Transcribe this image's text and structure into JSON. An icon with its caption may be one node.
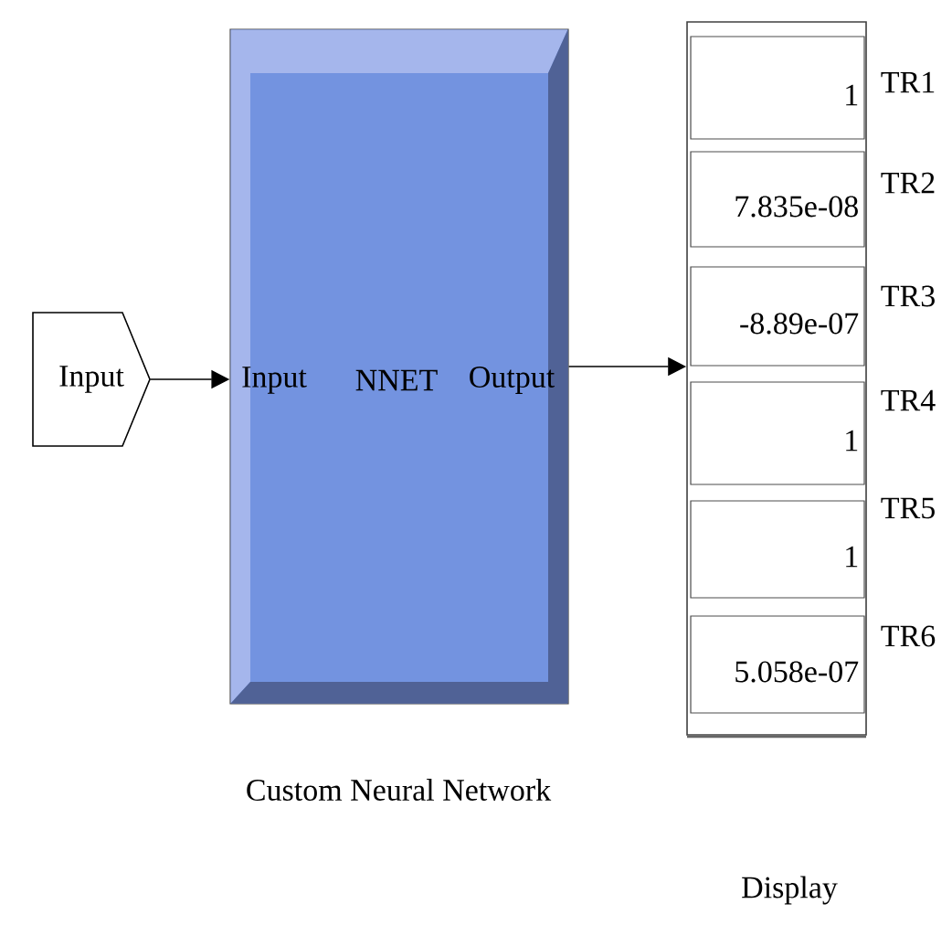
{
  "diagram": {
    "nodes": [
      {
        "text": [
          "Input"
        ]
      },
      {
        "text": [
          "Input",
          "NNET",
          "Output"
        ],
        "beside": [
          "Custom Neural Network"
        ]
      },
      {
        "text": [],
        "shape": "box"
      },
      {
        "text": [
          "1"
        ],
        "in": 2,
        "beside": [
          "TR1"
        ]
      },
      {
        "text": [
          "7.835e-08"
        ],
        "in": 2,
        "beside": [
          "TR2"
        ]
      },
      {
        "text": [
          "-8.89e-07"
        ],
        "in": 2,
        "beside": [
          "TR3"
        ]
      },
      {
        "text": [
          "1"
        ],
        "in": 2,
        "beside": [
          "TR4"
        ]
      },
      {
        "text": [
          "1"
        ],
        "in": 2,
        "beside": [
          "TR5"
        ]
      },
      {
        "text": [
          "5.058e-07"
        ],
        "in": 2,
        "beside": [
          "TR6"
        ]
      }
    ],
    "edges": [
      {
        "from": 0,
        "to": 1,
        "arrow": "to"
      },
      {
        "from": 1,
        "to": 2,
        "arrow": "to"
      }
    ],
    "labels": [
      "Display"
    ]
  }
}
